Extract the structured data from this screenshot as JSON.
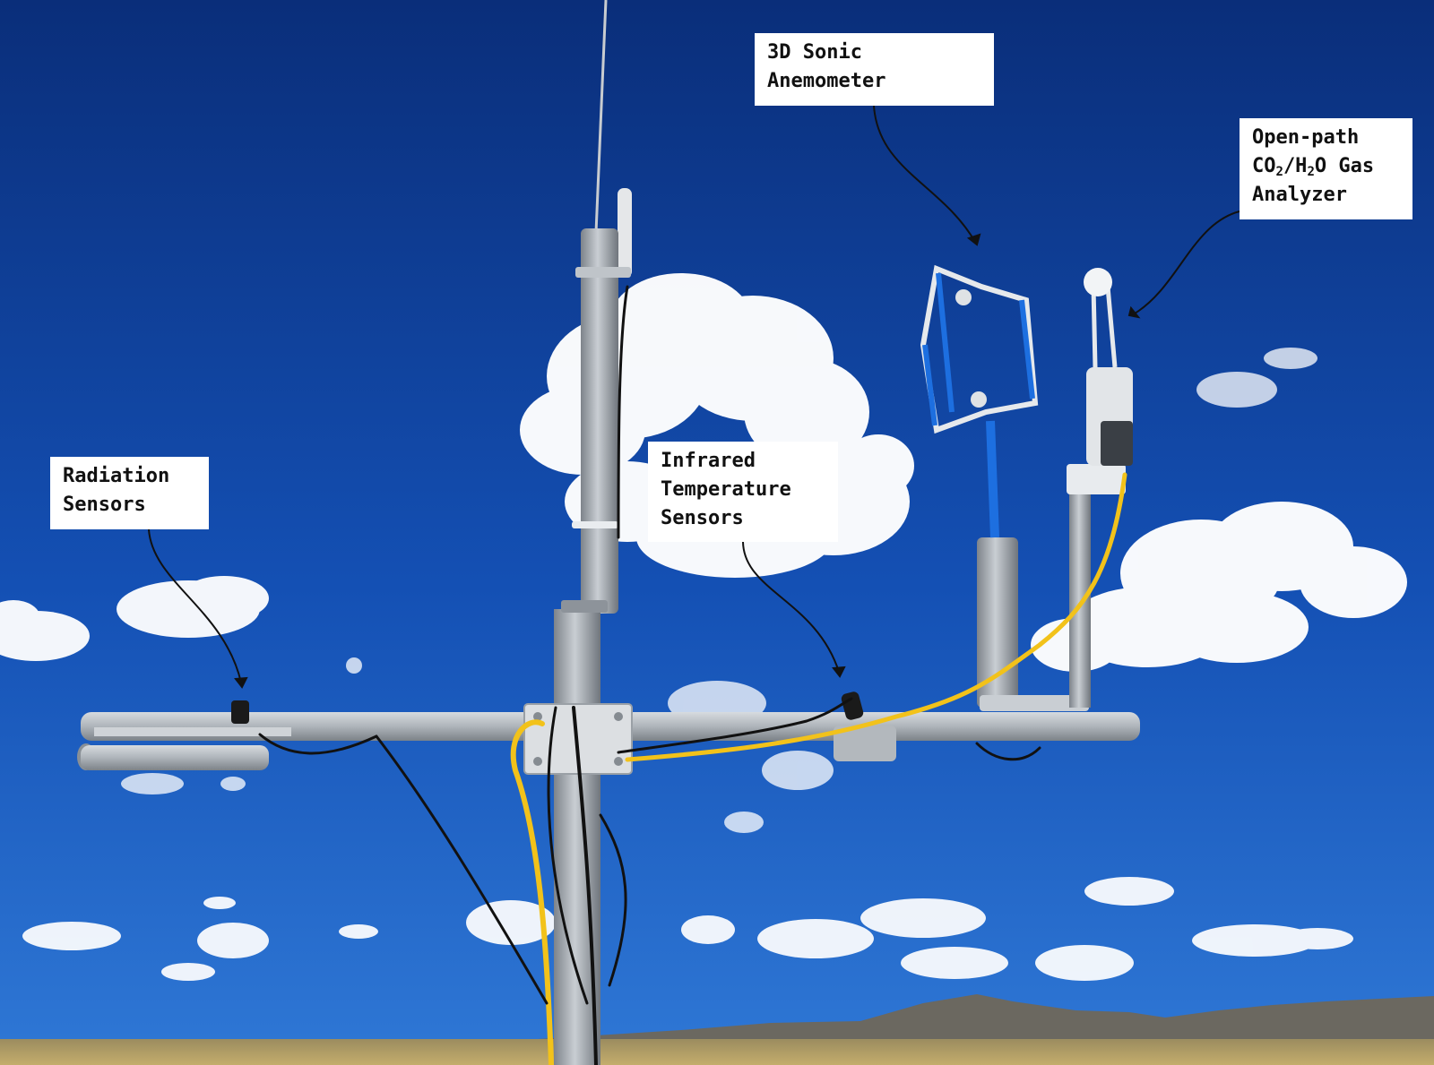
{
  "colors": {
    "sky_top": "#0a2e7a",
    "sky_mid": "#1450b4",
    "sky_bottom": "#2f78d6",
    "cloud": "#ffffff",
    "mast": "#a7adb3",
    "cable_yellow": "#f2c21a",
    "cable_black": "#111111",
    "anemometer_blue": "#1d6fe0",
    "field": "#b8a064",
    "mountain": "#6b6860"
  },
  "callouts": {
    "sonic": {
      "line1": "3D Sonic",
      "line2": "Anemometer"
    },
    "gas": {
      "line1": "Open-path",
      "co": "CO",
      "sub_2": "2",
      "slash_h": "/H",
      "sub_2b": "2",
      "o_gas": "O Gas",
      "line3": "Analyzer"
    },
    "radiation": {
      "line1": "Radiation",
      "line2": "Sensors"
    },
    "infrared": {
      "line1": "Infrared",
      "line2": "Temperature",
      "line3": "Sensors"
    }
  }
}
